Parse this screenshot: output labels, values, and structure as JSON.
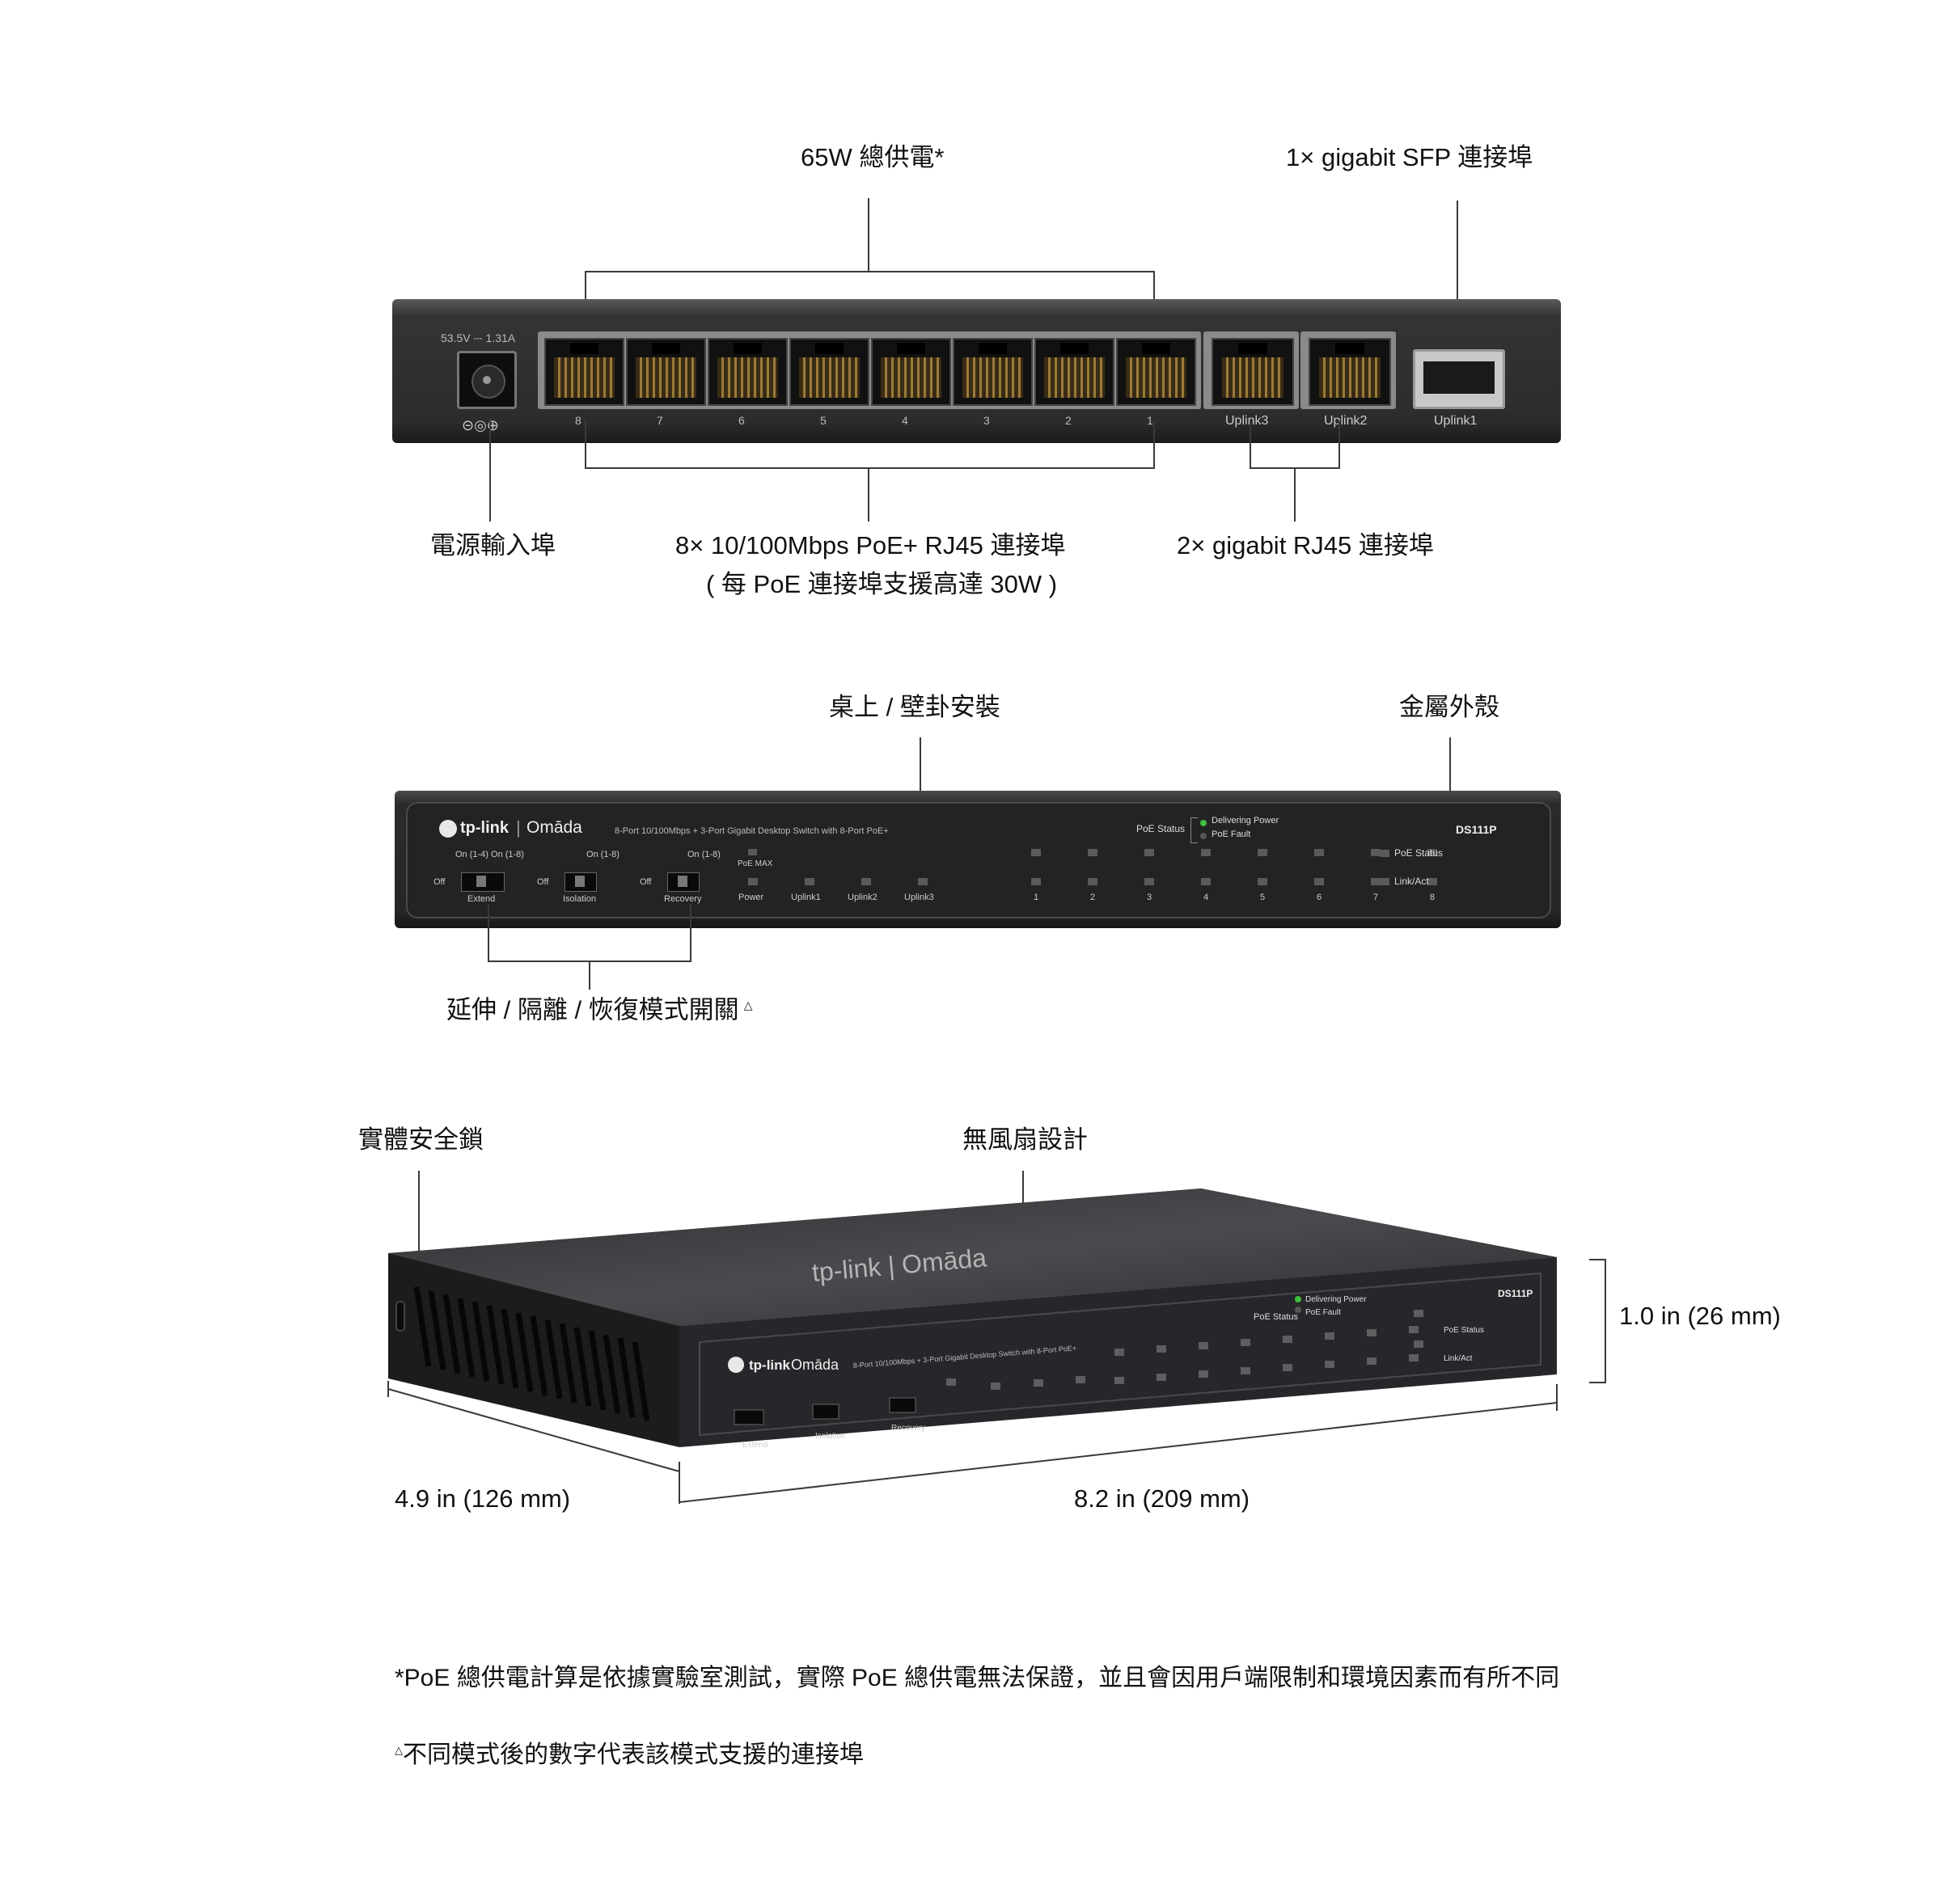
{
  "rear_view": {
    "power_rating": "53.5V ⎓ 1.31A",
    "port_numbers": [
      "8",
      "7",
      "6",
      "5",
      "4",
      "3",
      "2",
      "1"
    ],
    "uplink_rj45_labels": [
      "Uplink3",
      "Uplink2"
    ],
    "sfp_label": "Uplink1",
    "callouts": {
      "total_power": "65W 總供電*",
      "sfp_port": "1× gigabit SFP 連接埠",
      "power_input": "電源輸入埠",
      "poe_ports_line1": "8× 10/100Mbps PoE+ RJ45 連接埠",
      "poe_ports_line2": "( 每 PoE 連接埠支援高達 30W )",
      "gigabit_rj45": "2× gigabit RJ45 連接埠"
    }
  },
  "front_view": {
    "brand": "tp-link",
    "sub_brand": "Omāda",
    "description": "8-Port 10/100Mbps + 3-Port Gigabit Desktop Switch with 8-Port PoE+",
    "model": "DS111P",
    "poe_status_title": "PoE Status",
    "delivering_power": "Delivering Power",
    "poe_fault": "PoE Fault",
    "switch_extend_top": "On (1-4)  On (1-8)",
    "switch_isolation_top": "On (1-8)",
    "switch_recovery_top": "On (1-8)",
    "off_label": "Off",
    "switch_names": [
      "Extend",
      "Isolation",
      "Recovery"
    ],
    "poe_max": "PoE MAX",
    "led_labels": [
      "Power",
      "Uplink1",
      "Uplink2",
      "Uplink3",
      "1",
      "2",
      "3",
      "4",
      "5",
      "6",
      "7",
      "8"
    ],
    "legend_poe_status": "PoE Status",
    "legend_link_act": "Link/Act",
    "callouts": {
      "mount": "桌上 / 壁卦安裝",
      "metal_case": "金屬外殼",
      "mode_switches": "延伸 / 隔離 / 恢復模式開關",
      "triangle": "△"
    }
  },
  "angled_view": {
    "top_logo": "tp-link | Omāda",
    "callouts": {
      "security_lock": "實體安全鎖",
      "fanless": "無風扇設計",
      "height": "1.0 in (26 mm)",
      "depth": "4.9 in (126 mm)",
      "width": "8.2 in (209 mm)"
    }
  },
  "footnotes": {
    "poe_note": "*PoE 總供電計算是依據實驗室測試，實際 PoE 總供電無法保證，並且會因用戶端限制和環境因素而有所不同",
    "mode_note_mark": "△",
    "mode_note": "不同模式後的數字代表該模式支援的連接埠"
  }
}
